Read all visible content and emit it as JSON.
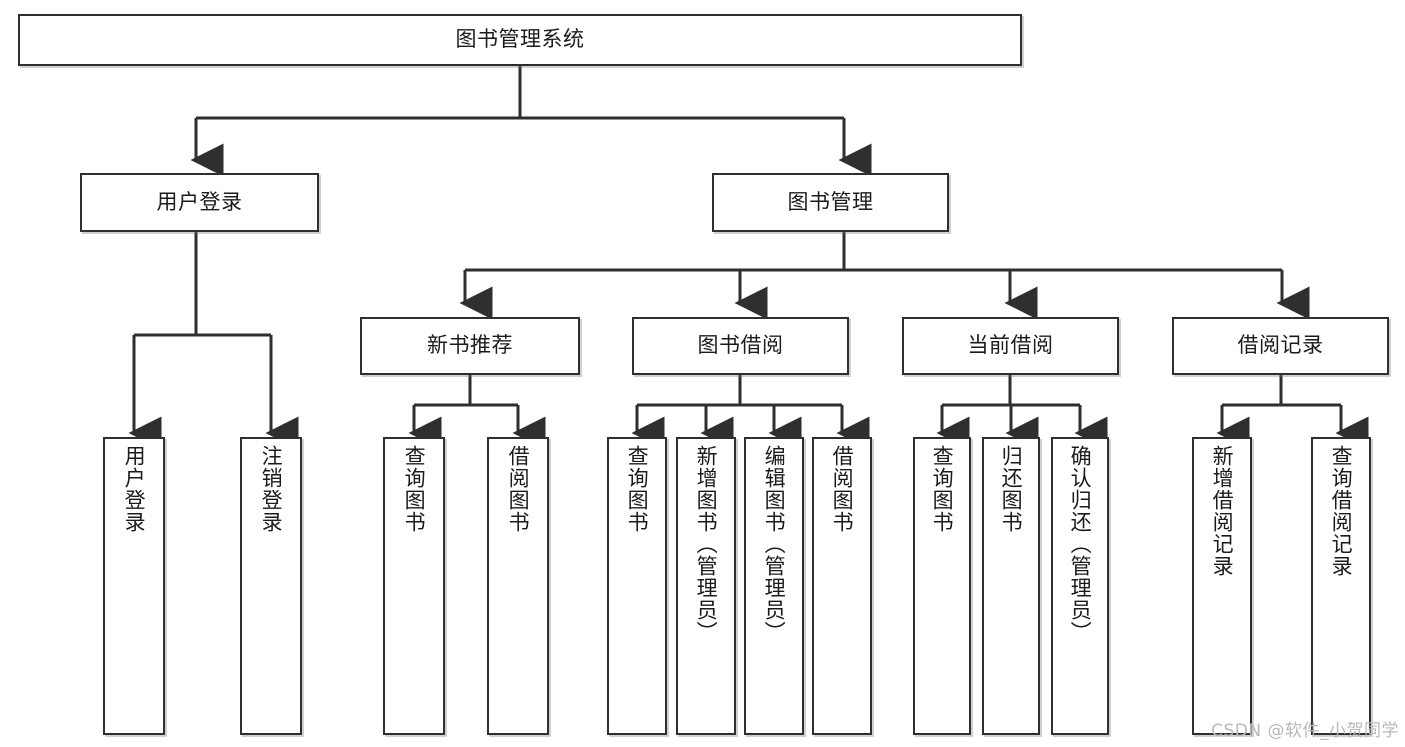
{
  "diagram": {
    "type": "tree-hierarchy",
    "title": "图书管理系统",
    "root": {
      "label": "图书管理系统"
    },
    "level2": [
      {
        "label": "用户登录"
      },
      {
        "label": "图书管理"
      }
    ],
    "level3": [
      {
        "label": "新书推荐"
      },
      {
        "label": "图书借阅"
      },
      {
        "label": "当前借阅"
      },
      {
        "label": "借阅记录"
      }
    ],
    "leaves": {
      "user_login": [
        "用户登录",
        "注销登录"
      ],
      "new_book_recommend": [
        "查询图书",
        "借阅图书"
      ],
      "book_borrow": [
        "查询图书",
        "新增图书（管理员）",
        "编辑图书（管理员）",
        "借阅图书"
      ],
      "current_borrow": [
        "查询图书",
        "归还图书",
        "确认归还（管理员）"
      ],
      "borrow_record": [
        "新增借阅记录",
        "查询借阅记录"
      ]
    }
  },
  "watermark": {
    "text": "CSDN @软件_小贺同学"
  },
  "colors": {
    "border": "#2f2f2f",
    "background": "#ffffff",
    "text": "#1b1b1b",
    "wire": "#2f2f2f",
    "watermark": "#b9b9b9"
  }
}
